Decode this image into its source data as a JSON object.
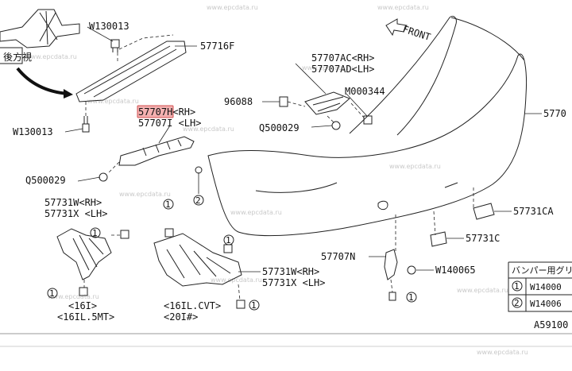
{
  "watermark": "www.epcdata.ru",
  "front_label": "FRONT",
  "inset_label": "後方視",
  "figure_code": "A59100",
  "callouts": {
    "w130013_top": "W130013",
    "p57716f": "57716F",
    "p57707h": "57707H<RH>",
    "p57707h_highlight": "57707",
    "p57707i": "57707I <LH>",
    "w130013_left": "W130013",
    "q500029_left": "Q500029",
    "p57731w_left": "57731W<RH>",
    "p57731x_left": "57731X <LH>",
    "p57707ac": "57707AC<RH>",
    "p57707ad": "57707AD<LH>",
    "p96088": "96088",
    "m000344": "M000344",
    "q500029_mid": "Q500029",
    "p5770_main": "5770",
    "p57731ca": "57731CA",
    "p57731c": "57731C",
    "p57707n": "57707N",
    "w140065": "W140065",
    "p57731w_mid": "57731W<RH>",
    "p57731x_mid": "57731X <LH>"
  },
  "notes": {
    "left_trim_1": "<16I>",
    "left_trim_2": "<16IL.5MT>",
    "mid_trim_1": "<16IL.CVT>",
    "mid_trim_2": "<20I#>"
  },
  "circle_refs": {
    "c1_a": "1",
    "c1_b": "1",
    "c1_c": "1",
    "c1_d": "1",
    "c2_a": "2",
    "c1_e": "1",
    "c1_f": "1"
  },
  "legend": {
    "header": "バンパー用グリ",
    "rows": [
      {
        "ref": "1",
        "code": "W14000"
      },
      {
        "ref": "2",
        "code": "W14006"
      }
    ]
  }
}
